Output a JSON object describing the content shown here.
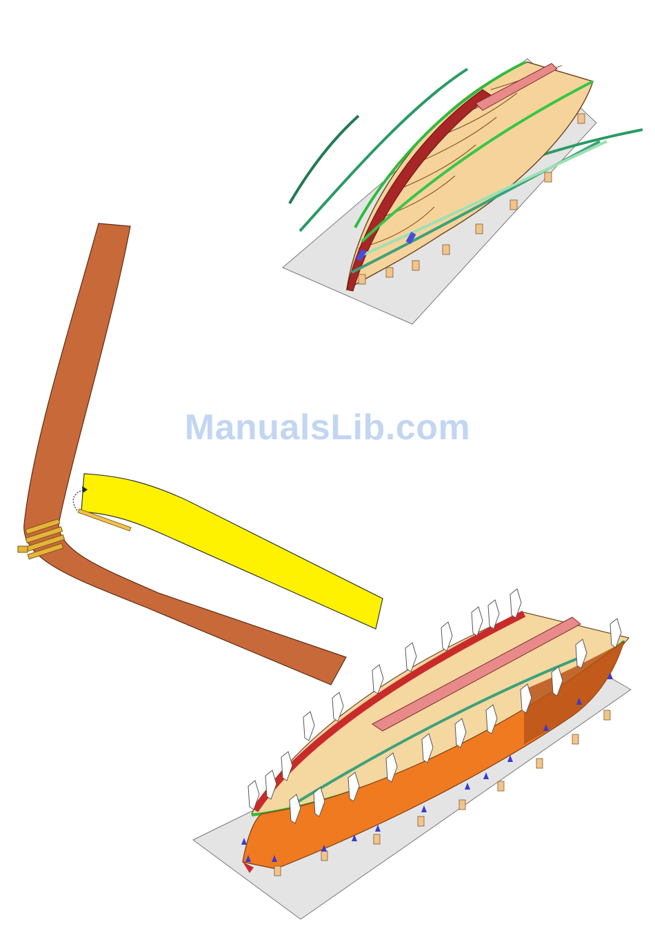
{
  "watermark": {
    "text": "ManualsLib.com",
    "color": "#b8cff0"
  },
  "figures": [
    {
      "name": "frame-with-battens",
      "base_color": "#e6e6e6",
      "frame_color": "#f5c98a",
      "batten_color": "#2ea86b",
      "keel_color": "#a02222"
    },
    {
      "name": "plank-bending-detail",
      "plank_color": "#c8693a",
      "template_color": "#fff200"
    },
    {
      "name": "hull-planking-with-clamps",
      "hull_color": "#f07a20",
      "clamp_color": "#ffffff",
      "base_color": "#e6e6e6"
    }
  ]
}
